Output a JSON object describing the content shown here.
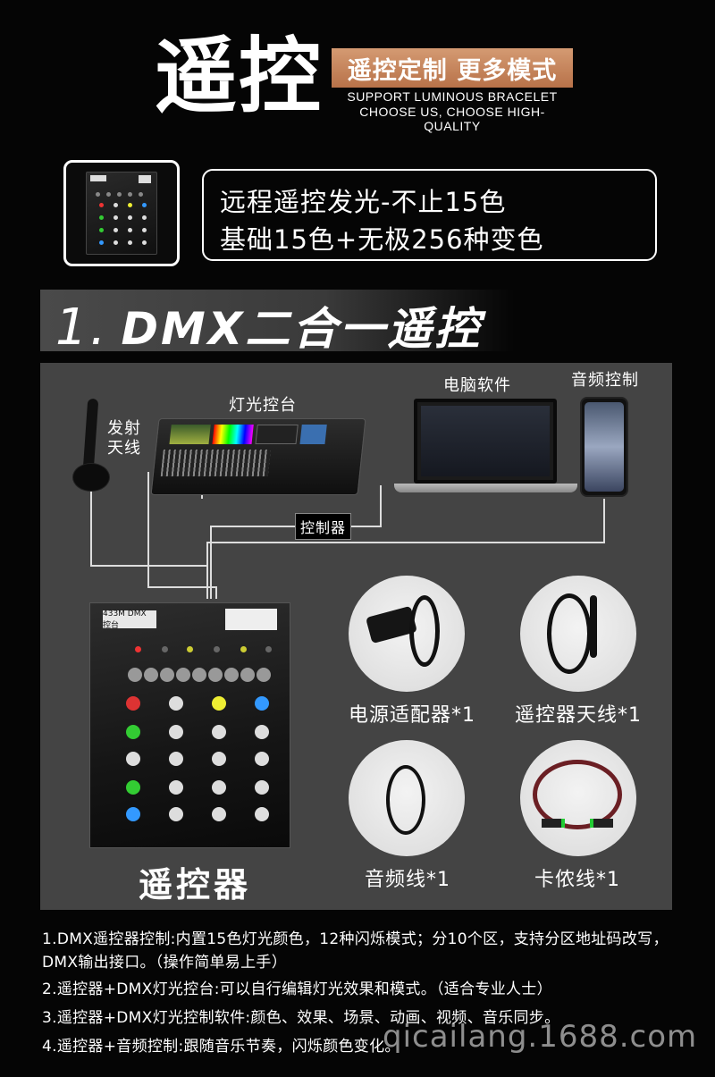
{
  "header": {
    "title": "遥控",
    "badge": "遥控定制 更多模式",
    "sub1": "SUPPORT LUMINOUS BRACELET",
    "sub2": "CHOOSE US, CHOOSE HIGH-QUALITY"
  },
  "intro": {
    "line1": "远程遥控发光-不止15色",
    "line2": "基础15色+无极256种变色"
  },
  "section": {
    "number": "1.",
    "title": "DMX二合一遥控"
  },
  "diagram": {
    "console_label": "灯光控台",
    "pc_label": "电脑软件",
    "audio_label": "音频控制",
    "antenna_label": "发射天线",
    "controller_label": "控制器",
    "remote_label": "遥控器",
    "remote_sticker": "433M DMX 控台"
  },
  "accessories": [
    {
      "label": "电源适配器*1"
    },
    {
      "label": "遥控器天线*1"
    },
    {
      "label": "音频线*1"
    },
    {
      "label": "卡侬线*1"
    }
  ],
  "notes": [
    "1.DMX遥控器控制:内置15色灯光颜色，12种闪烁模式；分10个区，支持分区地址码改写，DMX输出接口。（操作简单易上手）",
    "2.遥控器+DMX灯光控台:可以自行编辑灯光效果和模式。（适合专业人士）",
    "3.遥控器+DMX灯光控制软件:颜色、效果、场景、动画、视频、音乐同步。",
    "4.遥控器+音频控制:跟随音乐节奏，闪烁颜色变化。"
  ],
  "watermark": "qicailang.1688.com",
  "colors": {
    "background": "#050505",
    "badge": "#c6845c",
    "panel": "#444444"
  }
}
